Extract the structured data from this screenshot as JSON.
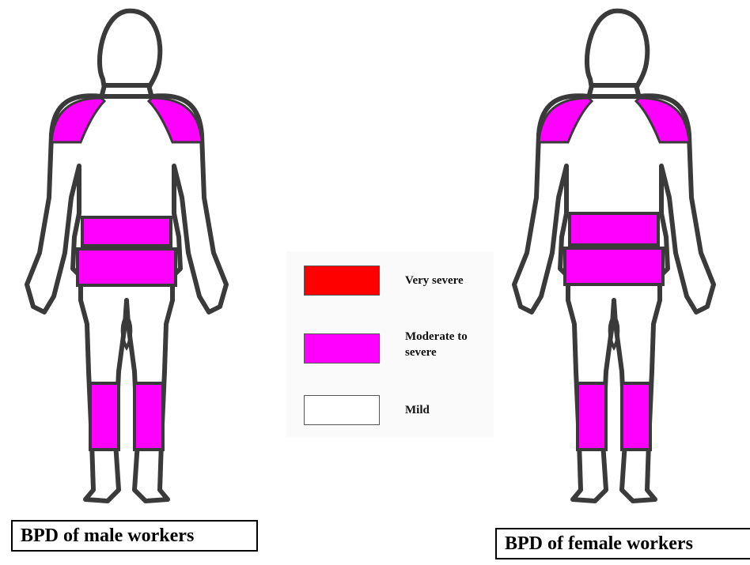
{
  "legend": {
    "items": [
      {
        "label": "Very severe",
        "color": "#ff0000"
      },
      {
        "label": "Moderate to severe",
        "color": "#ff00ff"
      },
      {
        "label": "Mild",
        "color": "#ffffff"
      }
    ]
  },
  "figures": [
    {
      "caption": "BPD of male workers",
      "regions": {
        "shoulders": "Moderate to severe",
        "lower_back": "Moderate to severe",
        "hips": "Moderate to severe",
        "calves": "Moderate to severe"
      }
    },
    {
      "caption": "BPD of female workers",
      "regions": {
        "shoulders": "Moderate to severe",
        "lower_back": "Moderate to severe",
        "hips": "Moderate to severe",
        "calves": "Moderate to severe"
      }
    }
  ],
  "colors": {
    "moderate": "#ff00ff",
    "outline": "#3a3a3a"
  }
}
